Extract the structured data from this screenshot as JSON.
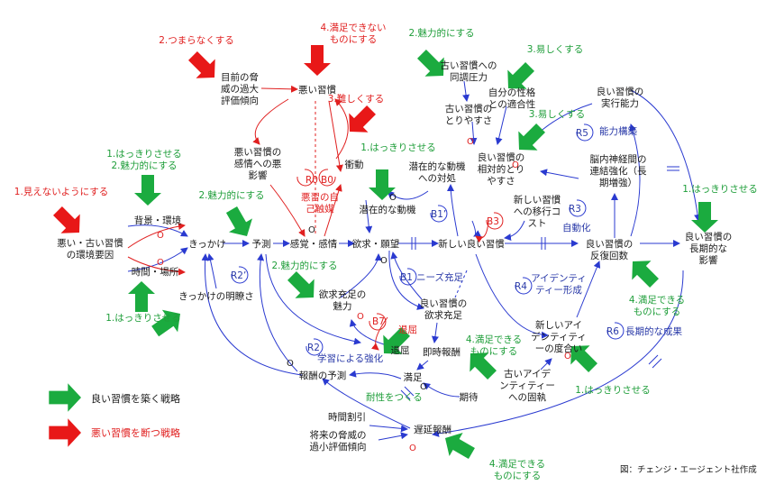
{
  "title": "",
  "credit": "図：チェンジ・エージェント社作成",
  "variables": {
    "env": [
      "悪い・古い習慣",
      "の環境要因"
    ],
    "background": "背景・環境",
    "time_place": "時間・場所",
    "cue": "きっかけ",
    "prediction": "予測",
    "sensation": "感覚・感情",
    "desire": "欲求・願望",
    "new_habit": "新しい良い習慣",
    "reps": [
      "良い習慣の",
      "反復回数"
    ],
    "long_term": [
      "良い習慣の",
      "長期的な",
      "影響"
    ],
    "bad_habit": "悪い習慣",
    "threat_overeval": [
      "目前の脅",
      "威の過大",
      "評価傾向"
    ],
    "emotional_impact": [
      "悪い習慣の",
      "感情への悪",
      "影響"
    ],
    "impulse": "衝動",
    "latent_motive": "潜在的な動機",
    "latent_response": [
      "潜在的な動機",
      "への対処"
    ],
    "old_ease": [
      "古い習慣の",
      "とりやすさ"
    ],
    "peer_pressure": [
      "古い習慣への",
      "同調圧力"
    ],
    "fit": [
      "自分の性格",
      "との適合性"
    ],
    "relative_ease": [
      "良い習慣の",
      "相対的とり",
      "やすさ"
    ],
    "transition_cost": [
      "新しい習慣",
      "への移行コ",
      "スト"
    ],
    "capability": [
      "良い習慣の",
      "実行能力"
    ],
    "neural": [
      "脳内神経間の",
      "連結強化（長",
      "期増強）"
    ],
    "cue_clarity": "きっかけの明瞭さ",
    "satisfaction_attract": [
      "欲求充足の",
      "魅力"
    ],
    "good_satisfaction": [
      "良い習慣の",
      "欲求充足"
    ],
    "boredom": "退屈",
    "instant_reward": "即時報酬",
    "satisfy": "満足",
    "reward_predict": "報酬の予測",
    "expect": "期待",
    "time_discount": "時間割引",
    "delayed_reward": "遅延報酬",
    "future_threat": [
      "将来の脅威の",
      "過小評価傾向"
    ],
    "identity_degree": [
      "新しいアイ",
      "デンティティ",
      "ーの度合い"
    ],
    "old_identity": [
      "古いアイデ",
      "ンティティー",
      "への固執"
    ]
  },
  "loops": {
    "R0": "R0",
    "B0": "B0",
    "R0_label": [
      "悪習の自",
      "己触媒"
    ],
    "B1p": "B1’",
    "B1": "B1",
    "B1_label": "ニーズ充足",
    "B3": "B3",
    "R3": "R3",
    "R3_label": "自動化",
    "R5": "R5",
    "R5_label": "能力構築",
    "R2p": "R2’",
    "R2": "R2",
    "R2_label": "学習による強化",
    "R4": "R4",
    "R4_label": [
      "アイデンティ",
      "ティー形成"
    ],
    "B7": "B7",
    "B7_label": "退屈",
    "R6": "R6",
    "R6_label": "長期的な成果",
    "durability": "耐性をつくる"
  },
  "strategies": {
    "s1_hide": "1.見えないようにする",
    "s2_boring": "2.つまらなくする",
    "s4_unsat": [
      "4.満足できない",
      "ものにする"
    ],
    "s3_hard": "3.難しくする",
    "s2_attractive": "2.魅力的にする",
    "s3_easy": "3.易しくする",
    "s3_easy2": "3.易しくする",
    "s1_clear_env": [
      "1.はっきりさせる",
      "2.魅力的にする"
    ],
    "s2_attractive_cue": "2.魅力的にする",
    "s1_clear_latent": "1.はっきりさせる",
    "s1_clear_long": "1.はっきりさせる",
    "s1_clear_time": "1.はっきりさせる",
    "s2_attractive_sat": "2.魅力的にする",
    "s4_sat_instant": [
      "4.満足できる",
      "ものにする"
    ],
    "s4_sat_reps": [
      "4.満足できる",
      "ものにする"
    ],
    "s1_clear_identity": "1.はっきりさせる",
    "s4_sat_delayed": [
      "4.満足できる",
      "ものにする"
    ]
  },
  "polarity_o": "O",
  "legend": {
    "good": "良い習慣を築く戦略",
    "bad": "悪い習慣を断つ戦略"
  },
  "colors": {
    "good_arrow": "#1bab3f",
    "bad_arrow": "#e81818",
    "good_link": "#2a3ad0",
    "bad_link": "#e02020",
    "text": "#1a1a1a"
  }
}
